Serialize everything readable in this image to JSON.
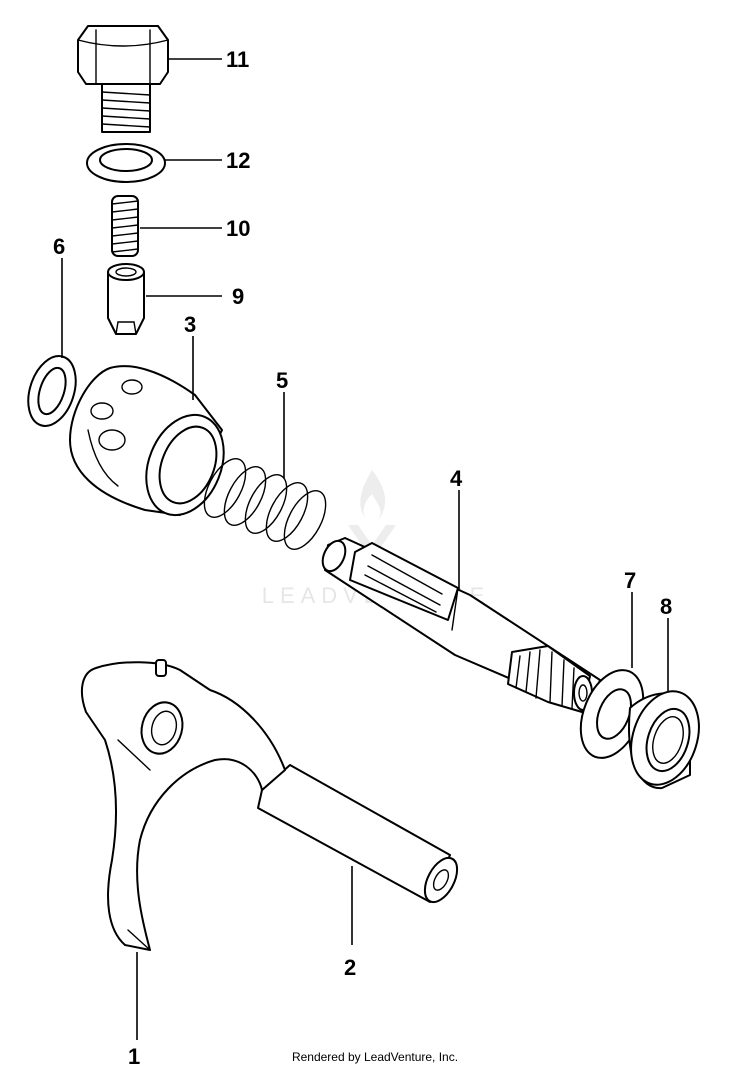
{
  "watermark": {
    "brand": "LEADVENTURE",
    "color": "#e6e6e6"
  },
  "parts": [
    {
      "id": "1",
      "icon": "shift-fork"
    },
    {
      "id": "2",
      "icon": "shift-rod"
    },
    {
      "id": "3",
      "icon": "shift-drum-cam"
    },
    {
      "id": "4",
      "icon": "splined-shaft"
    },
    {
      "id": "5",
      "icon": "coil-spring"
    },
    {
      "id": "6",
      "icon": "washer"
    },
    {
      "id": "7",
      "icon": "washer"
    },
    {
      "id": "8",
      "icon": "oil-seal"
    },
    {
      "id": "9",
      "icon": "detent-pin"
    },
    {
      "id": "10",
      "icon": "hex-bolt"
    },
    {
      "id": "11",
      "icon": "detent-spring"
    },
    {
      "id": "12",
      "icon": "gasket-washer"
    }
  ],
  "footer": {
    "text": "Rendered by LeadVenture, Inc."
  }
}
